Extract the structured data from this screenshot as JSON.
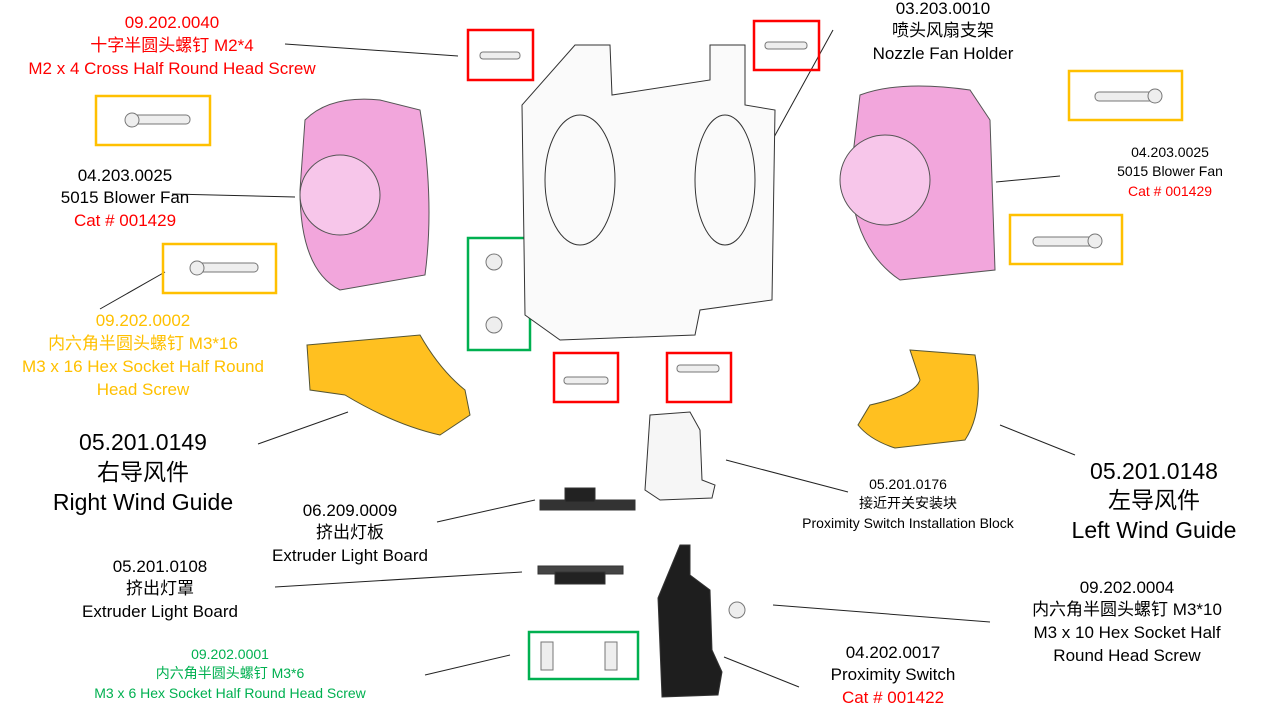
{
  "colors": {
    "red": "#ff0000",
    "orange": "#ffc000",
    "green": "#00b050",
    "fan": "#f2a6dc",
    "guide": "#ffc020"
  },
  "labels": {
    "m2_screw": {
      "code": "09.202.0040",
      "cn": "十字半圆头螺钉 M2*4",
      "en": "M2 x 4 Cross Half Round Head Screw"
    },
    "fan_left": {
      "code": "04.203.0025",
      "name": "5015 Blower Fan",
      "cat": "Cat # 001429"
    },
    "m3x16": {
      "code": "09.202.0002",
      "cn": "内六角半圆头螺钉 M3*16",
      "en1": "M3 x 16 Hex Socket Half Round",
      "en2": "Head Screw"
    },
    "right_guide": {
      "code": "05.201.0149",
      "cn": "右导风件",
      "en": "Right Wind Guide"
    },
    "light_board": {
      "code": "06.209.0009",
      "cn": "挤出灯板",
      "en": "Extruder Light Board"
    },
    "light_cover": {
      "code": "05.201.0108",
      "cn": "挤出灯罩",
      "en": "Extruder Light Board"
    },
    "m3x6": {
      "code": "09.202.0001",
      "cn": "内六角半圆头螺钉 M3*6",
      "en": "M3 x 6 Hex Socket Half Round Head Screw"
    },
    "fan_holder": {
      "code": "03.203.0010",
      "cn": "喷头风扇支架",
      "en": "Nozzle Fan Holder"
    },
    "fan_right": {
      "code": "04.203.0025",
      "name": "5015 Blower Fan",
      "cat": "Cat # 001429"
    },
    "switch_block": {
      "code": "05.201.0176",
      "cn": "接近开关安装块",
      "en": "Proximity Switch Installation Block"
    },
    "left_guide": {
      "code": "05.201.0148",
      "cn": "左导风件",
      "en": "Left Wind Guide"
    },
    "m3x10": {
      "code": "09.202.0004",
      "cn": "内六角半圆头螺钉 M3*10",
      "en1": "M3 x 10 Hex Socket Half",
      "en2": "Round Head Screw"
    },
    "prox_switch": {
      "code": "04.202.0017",
      "name": "Proximity Switch",
      "cat": "Cat # 001422"
    }
  }
}
